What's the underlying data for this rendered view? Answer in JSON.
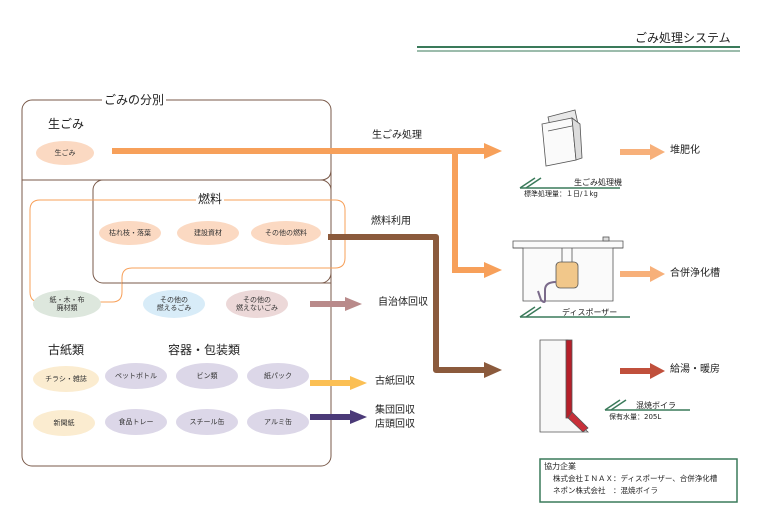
{
  "header": {
    "title": "ごみ処理システム"
  },
  "sort_panel": {
    "title": "ごみの分別"
  },
  "categories": {
    "raw_garbage": "生ごみ",
    "fuel": "燃料",
    "old_paper": "古紙類",
    "containers": "容器・包装類"
  },
  "items": {
    "raw_garbage_item": "生ごみ",
    "branches": "枯れ枝・落葉",
    "building_material": "建設資材",
    "other_fuel": "その他の燃料",
    "paper_wood_cloth_1": "紙・木・布",
    "paper_wood_cloth_2": "廃材類",
    "other_burnable_1": "その他の",
    "other_burnable_2": "燃えるごみ",
    "other_nonburnable_1": "その他の",
    "other_nonburnable_2": "燃えないごみ",
    "flyers": "チラシ・雑誌",
    "newspaper": "新聞紙",
    "pet_bottle": "ペットボトル",
    "glass_bottle": "ビン類",
    "paper_pack": "紙パック",
    "food_tray": "食品トレー",
    "steel_can": "スチール缶",
    "aluminum_can": "アルミ缶"
  },
  "flows": {
    "raw_garbage_processing": "生ごみ処理",
    "fuel_use": "燃料利用",
    "municipal": "自治体回収",
    "old_paper_collection": "古紙回収",
    "group_collection": "集団回収",
    "store_collection": "店頭回収"
  },
  "equipment": {
    "processor_name": "生ごみ処理機",
    "processor_spec": "標準処理量：１日/１kg",
    "disposer_name": "ディスポーザー",
    "boiler_name": "混焼ボイラ",
    "boiler_spec": "保有水量：205L"
  },
  "outputs": {
    "compost": "堆肥化",
    "septic": "合併浄化槽",
    "hot_water": "給湯・暖房"
  },
  "partners": {
    "title": "協力企業",
    "line1": "株式会社ＩＮＡＸ：ディスポーザー、合併浄化槽",
    "line2": "ネポン株式会社　：混焼ボイラ"
  },
  "colors": {
    "orange_flow": "#f7a05a",
    "brown_flow": "#8b5a3c",
    "mauve_flow": "#b98a8a",
    "yellow_flow": "#fbbf54",
    "navy_flow": "#4b3a78",
    "green_rule": "#3a7a5a",
    "pill_peach": "#fbd9c2",
    "pill_lavender": "#dcd7e8",
    "pill_blue": "#d8ecf8",
    "pill_rose": "#ecd8d8",
    "pill_green": "#dde7dd",
    "pill_cream": "#fbecd0"
  }
}
